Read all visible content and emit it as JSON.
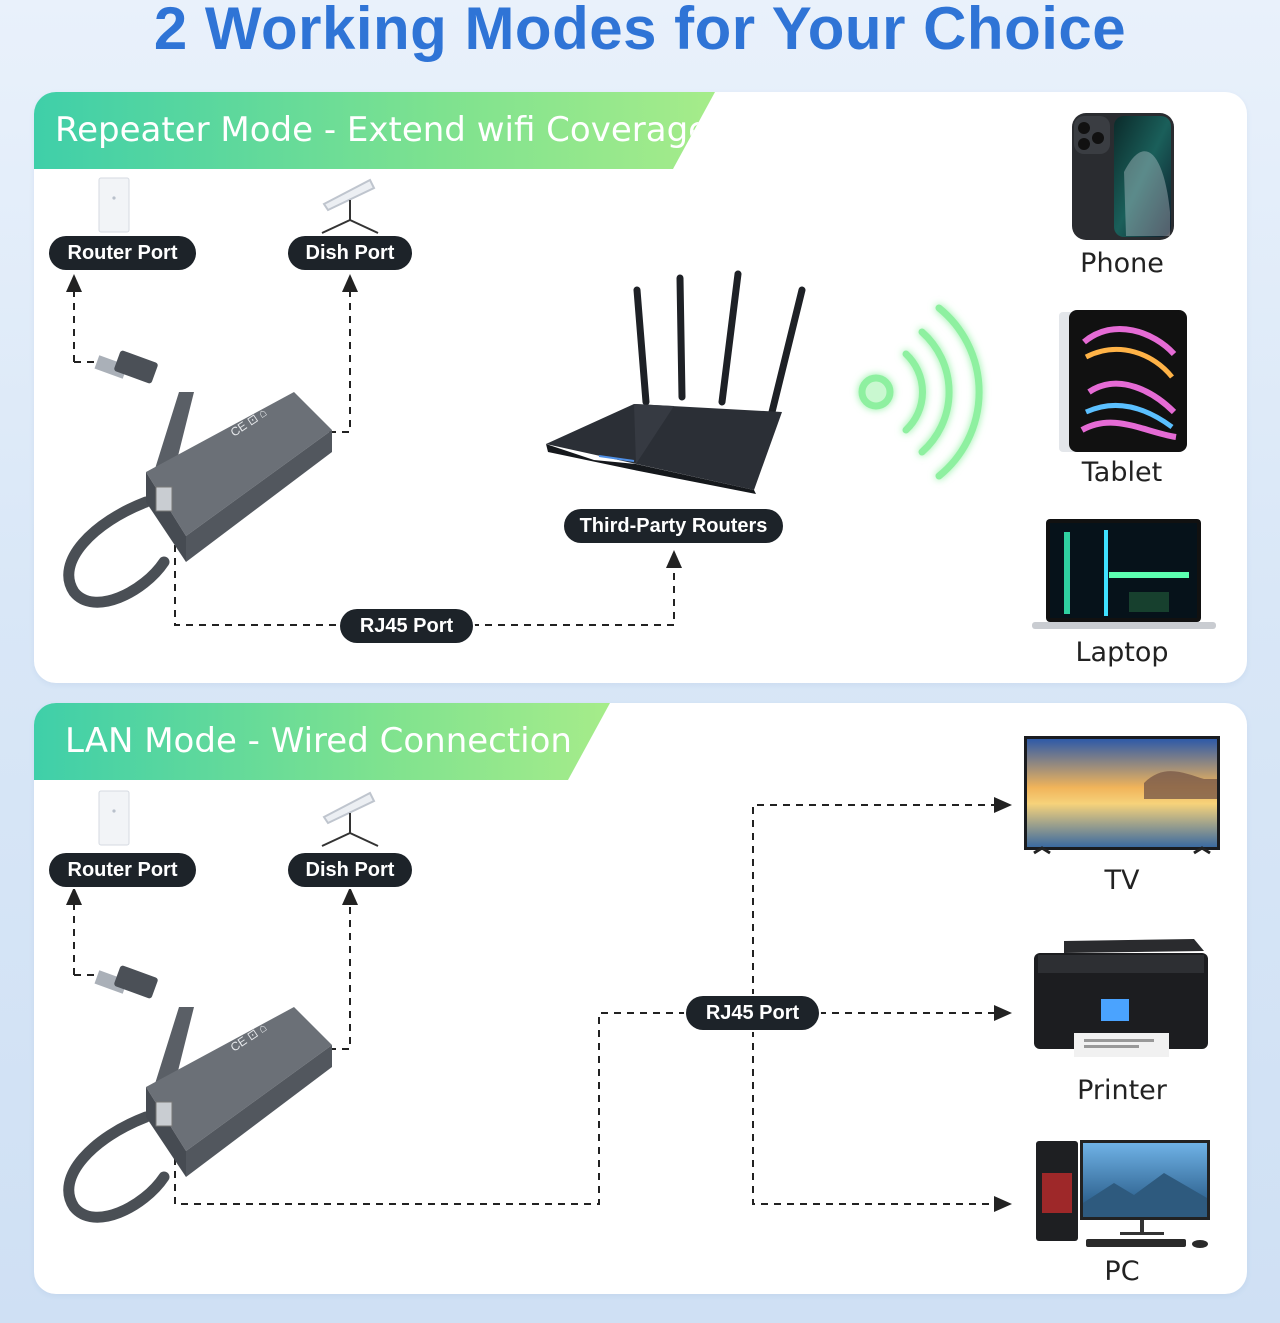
{
  "title": "2 Working Modes for Your Choice",
  "repeater": {
    "heading": "Repeater Mode - Extend wifi Coverage",
    "router_port": "Router Port",
    "dish_port": "Dish Port",
    "rj45_port": "RJ45 Port",
    "third_party": "Third-Party Routers",
    "devices": [
      "Phone",
      "Tablet",
      "Laptop"
    ]
  },
  "lan": {
    "heading": "LAN Mode - Wired Connection",
    "router_port": "Router Port",
    "dish_port": "Dish Port",
    "rj45_port": "RJ45 Port",
    "devices": [
      "TV",
      "Printer",
      "PC"
    ]
  },
  "colors": {
    "title": "#2f74d6",
    "banner_start": "#3fcfa9",
    "banner_end": "#a6ec8a",
    "pill": "#1d2329",
    "wifi_glow": "#8ef0a0"
  },
  "icons": [
    "wall-router-icon",
    "dish-icon",
    "ethernet-adapter-icon",
    "wifi-router-icon",
    "wifi-signal-icon",
    "phone-icon",
    "tablet-icon",
    "laptop-icon",
    "tv-icon",
    "printer-icon",
    "pc-icon"
  ]
}
